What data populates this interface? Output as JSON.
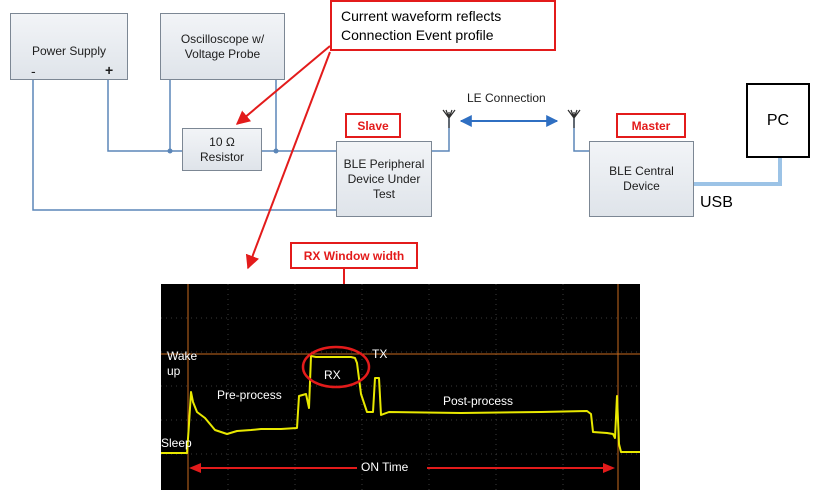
{
  "callout": {
    "line1": "Current waveform reflects",
    "line2": "Connection Event profile"
  },
  "power_supply": {
    "title": "Power Supply",
    "minus": "-",
    "plus": "+"
  },
  "oscilloscope": {
    "line1": "Oscilloscope w/",
    "line2": "Voltage Probe"
  },
  "resistor": {
    "line1": "10 Ω",
    "line2": "Resistor"
  },
  "peripheral": {
    "line1": "BLE Peripheral",
    "line2": "Device Under",
    "line3": "Test"
  },
  "central": {
    "line1": "BLE Central",
    "line2": "Device"
  },
  "slave_label": "Slave",
  "master_label": "Master",
  "le_connection_label": "LE Connection",
  "pc_label": "PC",
  "usb_label": "USB",
  "rx_window_label": "RX Window width",
  "scope": {
    "wake_up_line1": "Wake",
    "wake_up_line2": "up",
    "sleep": "Sleep",
    "pre_process": "Pre-process",
    "rx": "RX",
    "tx": "TX",
    "post_process": "Post-process",
    "on_time": "ON Time"
  },
  "colors": {
    "wire": "#5b86b8",
    "callout_red": "#e31b1b",
    "trace_yellow": "#e8e800",
    "scope_bg": "#000000",
    "usb_cable": "#9cc3e6",
    "level_line": "#c86a1e"
  }
}
